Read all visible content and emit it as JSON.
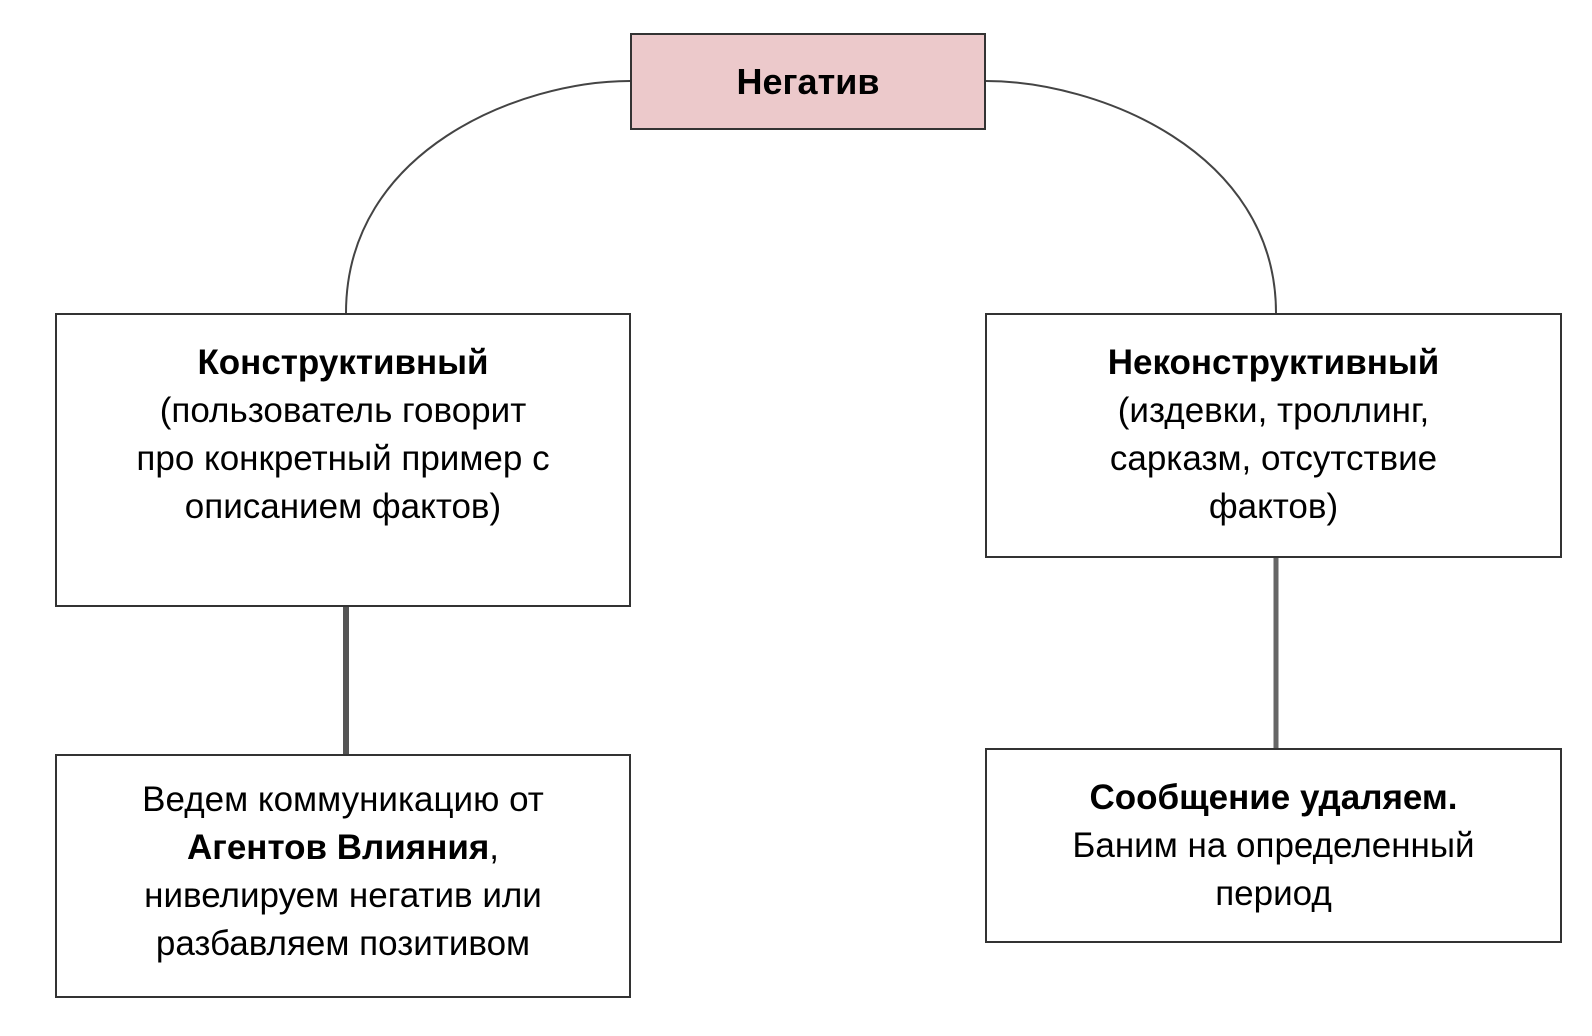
{
  "root": {
    "label": "Негатив",
    "fill_color": "#ecc9cb"
  },
  "constructive": {
    "title": "Конструктивный",
    "lines": [
      "(пользователь говорит",
      "про конкретный пример с",
      "описанием фактов)"
    ],
    "action": {
      "line1": "Ведем коммуникацию от",
      "bold": "Агентов Влияния",
      "bold_suffix": ",",
      "line3": "нивелируем негатив или",
      "line4": "разбавляем позитивом"
    }
  },
  "nonconstructive": {
    "title": "Неконструктивный",
    "lines": [
      "(издевки, троллинг,",
      "сарказм, отсутствие",
      "фактов)"
    ],
    "action": {
      "bold": "Сообщение удаляем.",
      "line2": "Баним на определенный",
      "line3": "период"
    }
  }
}
